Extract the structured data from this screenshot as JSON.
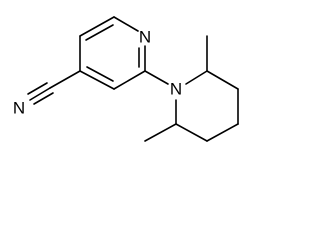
{
  "molecule": {
    "atom_labels": {
      "pyridine_nitrogen": "N",
      "nitrile_nitrogen": "N",
      "piperidine_nitrogen": "N"
    },
    "colors": {
      "bond": "#000000",
      "label": "#000000",
      "background": "#ffffff"
    }
  }
}
